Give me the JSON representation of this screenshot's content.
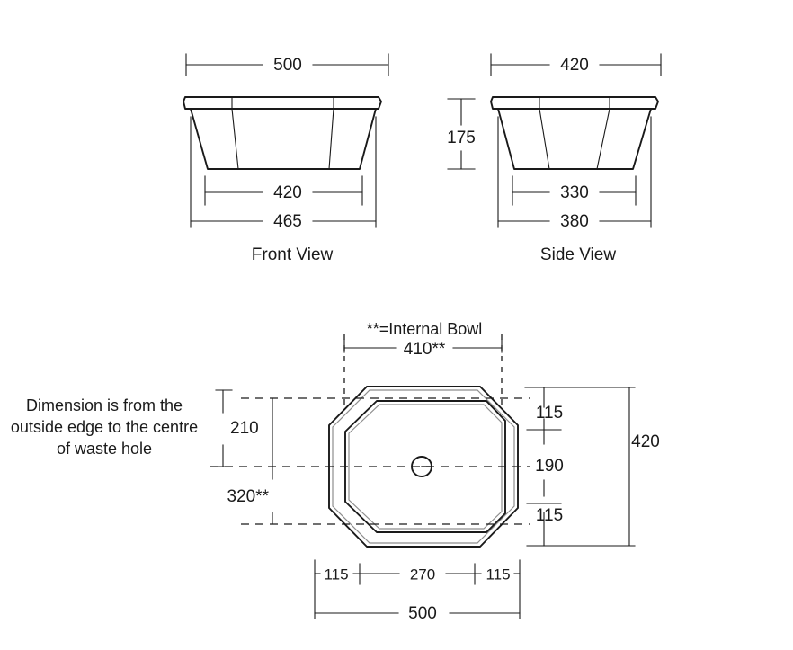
{
  "drawing": {
    "title": "Octagonal Basin Dimensional Drawing",
    "background_color": "#ffffff",
    "line_color": "#1a1a1a",
    "accent_color": "#8e8e8e",
    "units": "mm"
  },
  "front_view": {
    "label": "Front View",
    "dim_top_width": "500",
    "dim_inner_base": "420",
    "dim_outer_base": "465"
  },
  "side_view": {
    "label": "Side View",
    "dim_top_width": "420",
    "dim_height": "175",
    "dim_inner_base": "330",
    "dim_outer_base": "380"
  },
  "plan_view": {
    "note_internal_bowl": "**=Internal Bowl",
    "dim_internal_width": "410**",
    "dim_internal_depth": "320**",
    "dim_waste_from_top": "210",
    "dim_right_top": "115",
    "dim_right_mid": "190",
    "dim_right_bottom": "115",
    "dim_right_overall": "420",
    "dim_bottom_left": "115",
    "dim_bottom_mid": "270",
    "dim_bottom_right": "115",
    "dim_bottom_overall": "500"
  },
  "annotation": {
    "line1": "Dimension is from the",
    "line2": "outside edge to the centre",
    "line3": "of waste hole"
  }
}
